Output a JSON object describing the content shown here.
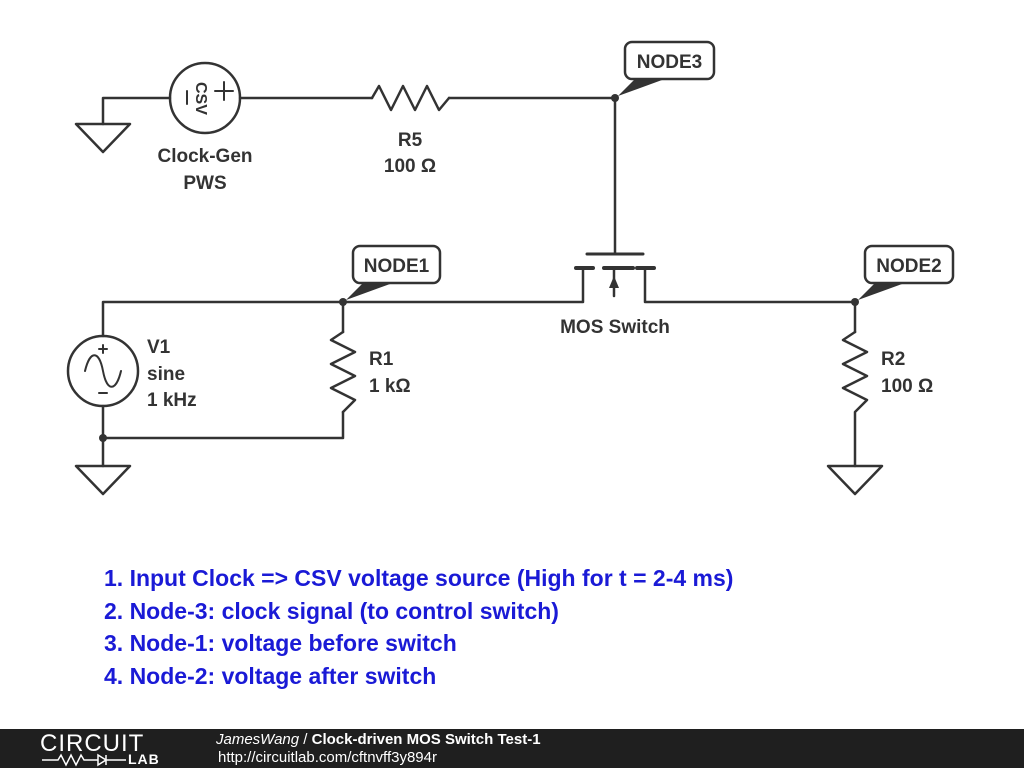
{
  "schematic": {
    "components": {
      "csv": {
        "glyph": "CSV",
        "label_line1": "Clock-Gen",
        "label_line2": "PWS"
      },
      "r5": {
        "name": "R5",
        "value": "100 Ω"
      },
      "v1": {
        "name": "V1",
        "kind": "sine",
        "freq": "1 kHz"
      },
      "r1": {
        "name": "R1",
        "value": "1 kΩ"
      },
      "mos": {
        "label": "MOS Switch"
      },
      "r2": {
        "name": "R2",
        "value": "100 Ω"
      }
    },
    "nodes": {
      "node1": "NODE1",
      "node2": "NODE2",
      "node3": "NODE3"
    },
    "colors": {
      "wire": "#333333",
      "notes": "#1a1ad6",
      "footer_bg": "#1f1f1f"
    }
  },
  "notes": [
    "1. Input Clock => CSV voltage source (High for t = 2-4 ms)",
    "2. Node-3: clock signal (to control switch)",
    "3. Node-1: voltage before switch",
    "4. Node-2: voltage after switch"
  ],
  "footer": {
    "logo_word": "CIRCUIT",
    "logo_sub": "LAB",
    "author": "JamesWang",
    "separator": " / ",
    "title": "Clock-driven MOS Switch Test-1",
    "url": "http://circuitlab.com/cftnvff3y894r"
  }
}
